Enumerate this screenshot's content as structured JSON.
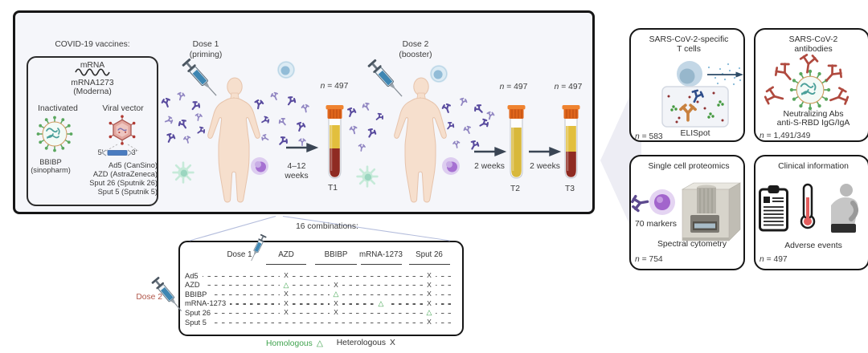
{
  "main_panel": {
    "vaccines_box": {
      "title": "COVID-19 vaccines:",
      "mrna_group": "mRNA",
      "mrna_name": "mRNA1273",
      "mrna_maker": "(Moderna)",
      "inactivated_label": "Inactivated",
      "viral_vector_label": "Viral vector",
      "bbibp_name": "BBIBP",
      "bbibp_maker": "(sinopharm)",
      "five_prime": "5′",
      "three_prime": "3′",
      "vector_list": [
        "Ad5 (CanSino)",
        "AZD (AstraZeneca)",
        "Sput 26 (Sputnik 26)",
        "Sput 5 (Sputnik 5)"
      ]
    },
    "doses": [
      {
        "title": "Dose 1",
        "subtitle": "(priming)"
      },
      {
        "title": "Dose 2",
        "subtitle": "(booster)"
      }
    ],
    "intervals": [
      {
        "line1": "4–12",
        "line2": "weeks"
      },
      {
        "line1": "2 weeks"
      },
      {
        "line1": "2 weeks"
      }
    ],
    "timepoints": [
      {
        "n": "n",
        "n_value": "= 497",
        "label": "T1"
      },
      {
        "n": "n",
        "n_value": "= 497",
        "label": "T2"
      },
      {
        "n": "n",
        "n_value": "= 497",
        "label": "T3"
      }
    ]
  },
  "combinations_panel": {
    "title": "16 combinations:",
    "dose1_header": "Dose 1",
    "dose2_side_label": "Dose 2",
    "columns": [
      "AZD",
      "BBIBP",
      "mRNA-1273",
      "Sput 26"
    ],
    "rows": [
      {
        "label": "Ad5",
        "marks": [
          "X",
          "",
          "",
          "X"
        ]
      },
      {
        "label": "AZD",
        "marks": [
          "T",
          "X",
          "",
          "X"
        ]
      },
      {
        "label": "BBIBP",
        "marks": [
          "X",
          "T",
          "",
          "X"
        ]
      },
      {
        "label": "mRNA-1273",
        "marks": [
          "X",
          "X",
          "T",
          "X"
        ]
      },
      {
        "label": "Sput 26",
        "marks": [
          "X",
          "X",
          "",
          "T"
        ]
      },
      {
        "label": "Sput 5",
        "marks": [
          "",
          "",
          "",
          "X"
        ]
      }
    ],
    "mark_symbols": {
      "X": "X",
      "T": "△"
    },
    "legend": {
      "homologous_label": "Homologous",
      "homologous_symbol": "△",
      "heterologous_label": "Heterologous",
      "heterologous_symbol": "X"
    }
  },
  "assay_panels": {
    "tcells": {
      "title_line1": "SARS-CoV-2-specific",
      "title_line2": "T cells",
      "method": "ELISpot",
      "n": "n",
      "n_value": "= 583"
    },
    "antibodies": {
      "title_line1": "SARS-CoV-2",
      "title_line2": "antibodies",
      "desc_line1": "Neutralizing Abs",
      "desc_line2": "anti-S-RBD IgG/IgA",
      "n": "n",
      "n_value": "= 1,491/349"
    },
    "proteomics": {
      "title": "Single cell proteomics",
      "markers": "70 markers",
      "method": "Spectral cytometry",
      "n": "n",
      "n_value": "= 754"
    },
    "clinical": {
      "title": "Clinical information",
      "desc": "Adverse events",
      "n": "n",
      "n_value": "= 497"
    }
  },
  "colors": {
    "panel_bg": "#f5f6fa",
    "dose2_red": "#b05548",
    "homologous_green": "#3fa34d",
    "antibody_purple": "#584a9e",
    "antibody_red": "#b04a3f",
    "tube_cap_orange": "#df661c",
    "plasma_yellow": "#d8b83c",
    "blood_red": "#8f2b22",
    "syringe_blue": "#3e86b2"
  }
}
